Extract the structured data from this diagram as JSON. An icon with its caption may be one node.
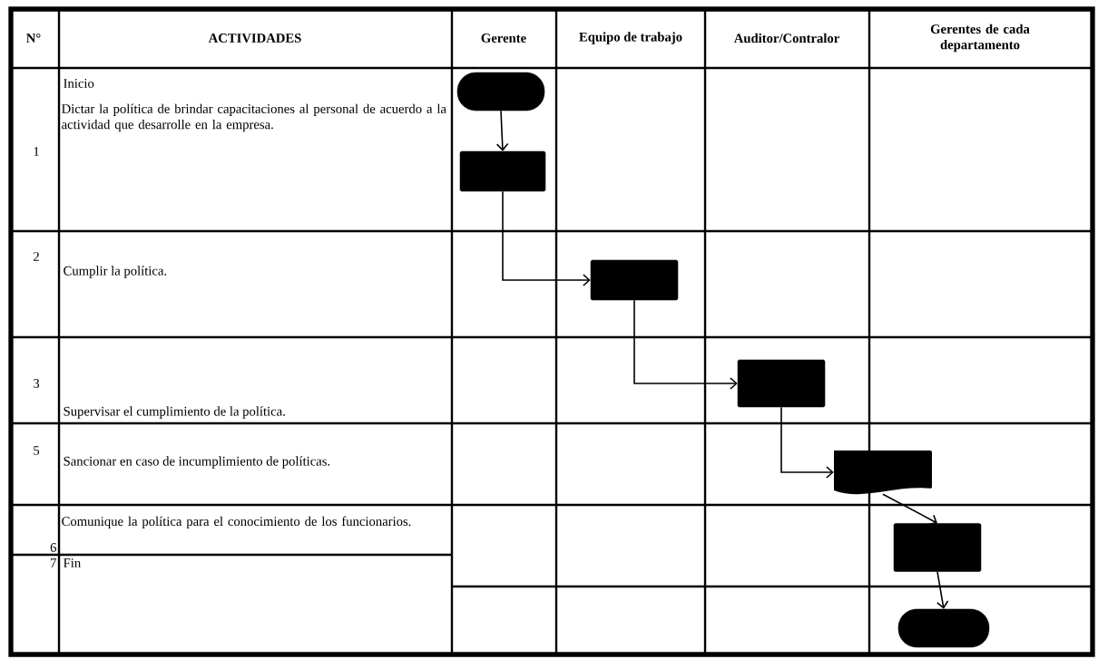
{
  "diagram": {
    "nodes": [
      {
        "text": [],
        "shape": "oval"
      },
      {
        "text": [],
        "shape": "box"
      },
      {
        "text": [],
        "shape": "box"
      },
      {
        "text": [],
        "shape": "box"
      },
      {
        "text": [],
        "shape": "document"
      },
      {
        "text": [],
        "shape": "box"
      },
      {
        "text": [],
        "shape": "oval"
      }
    ],
    "edges": [
      {
        "from": 0,
        "to": 1,
        "arrow": "to"
      },
      {
        "from": 1,
        "to": 2,
        "arrow": "to"
      },
      {
        "from": 2,
        "to": 3,
        "arrow": "to"
      },
      {
        "from": 3,
        "to": 4,
        "arrow": "to"
      },
      {
        "from": 4,
        "to": 5,
        "arrow": "to"
      },
      {
        "from": 5,
        "to": 6,
        "arrow": "to"
      }
    ],
    "labels": [
      "N°",
      "ACTIVIDADES",
      "Gerente",
      "Equipo de trabajo",
      "Auditor/Contralor",
      "Gerentes de cada departamento",
      "1",
      "Inicio",
      "Dictar la política de brindar capacitaciones al personal de acuerdo a la actividad que desarrolle en la empresa.",
      "2",
      "Cumplir la política.",
      "3",
      "Supervisar el cumplimiento de la política.",
      "5",
      "Sancionar en caso de incumplimiento de políticas.",
      "6",
      "Comunique la política para el conocimiento de los funcionarios.",
      "7",
      "Fin"
    ]
  }
}
